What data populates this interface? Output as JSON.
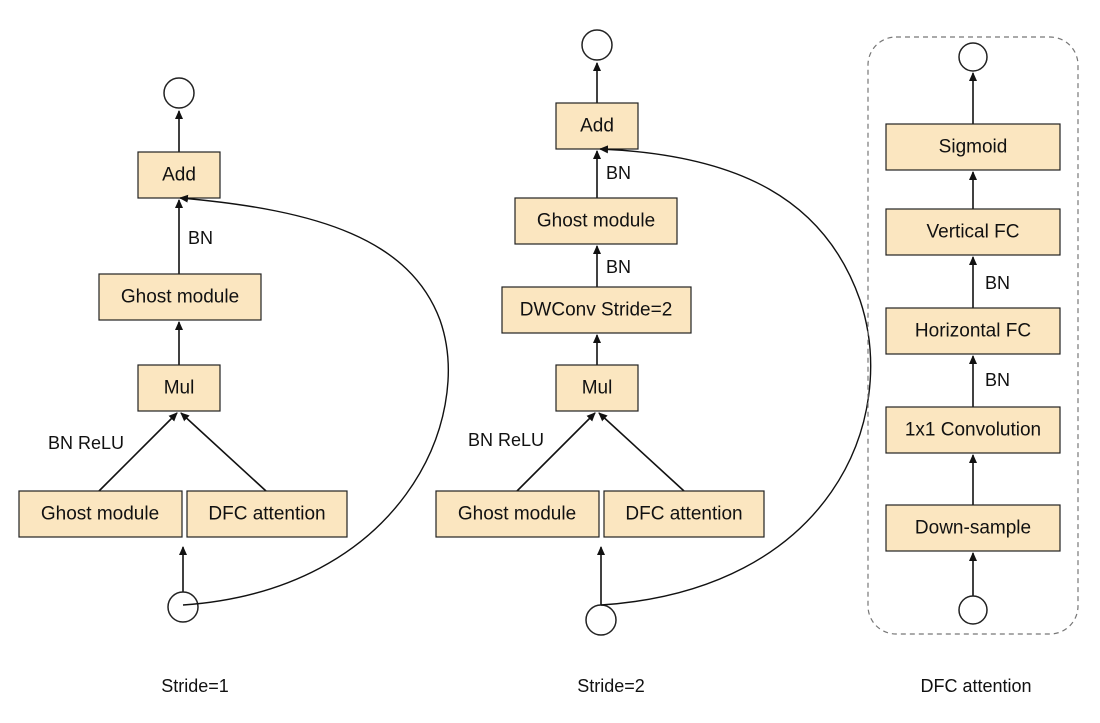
{
  "stride1": {
    "caption": "Stride=1",
    "add": "Add",
    "bn_top": "BN",
    "ghost_top": "Ghost module",
    "mul": "Mul",
    "bn_relu": "BN ReLU",
    "ghost_bottom": "Ghost module",
    "dfc": "DFC attention"
  },
  "stride2": {
    "caption": "Stride=2",
    "add": "Add",
    "bn_top": "BN",
    "ghost_top": "Ghost module",
    "bn_mid": "BN",
    "dwconv": "DWConv Stride=2",
    "mul": "Mul",
    "bn_relu": "BN ReLU",
    "ghost_bottom": "Ghost module",
    "dfc": "DFC attention"
  },
  "dfc_panel": {
    "caption": "DFC attention",
    "sigmoid": "Sigmoid",
    "vertical_fc": "Vertical FC",
    "bn_1": "BN",
    "horizontal_fc": "Horizontal FC",
    "bn_2": "BN",
    "conv": "1x1 Convolution",
    "down_sample": "Down-sample"
  }
}
